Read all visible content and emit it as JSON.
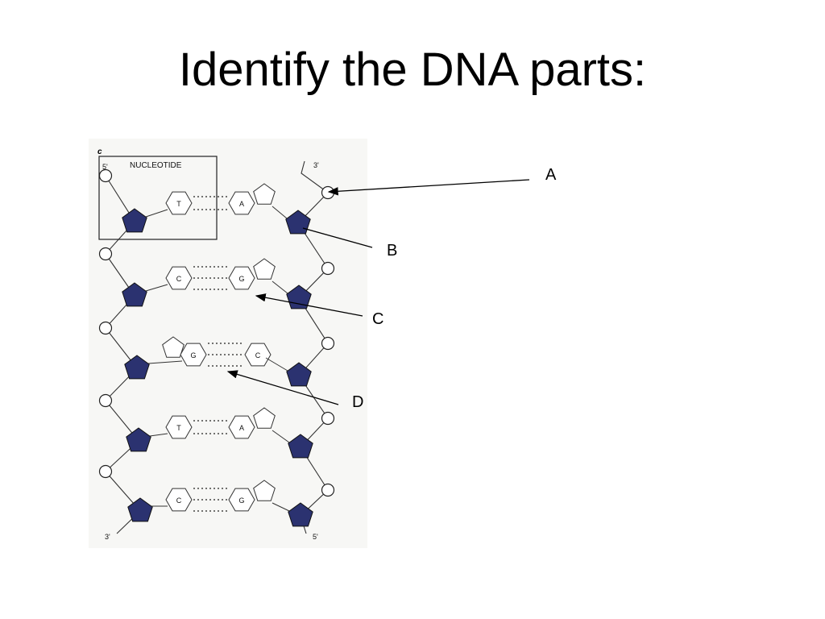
{
  "title": "Identify the DNA parts:",
  "figure": {
    "panel_letter": "c",
    "box_label": "NUCLEOTIDE",
    "prime_labels": {
      "top_left": "5'",
      "top_right": "3'",
      "bottom_left": "3'",
      "bottom_right": "5'"
    },
    "base_pairs": [
      {
        "left": "T",
        "right": "A"
      },
      {
        "left": "C",
        "right": "G"
      },
      {
        "left": "G",
        "right": "C"
      },
      {
        "left": "T",
        "right": "A"
      },
      {
        "left": "C",
        "right": "G"
      }
    ]
  },
  "callouts": [
    {
      "label": "A"
    },
    {
      "label": "B"
    },
    {
      "label": "C"
    },
    {
      "label": "D"
    }
  ],
  "colors": {
    "sugar": "#2b3270",
    "line": "#333333",
    "text": "#000000"
  }
}
